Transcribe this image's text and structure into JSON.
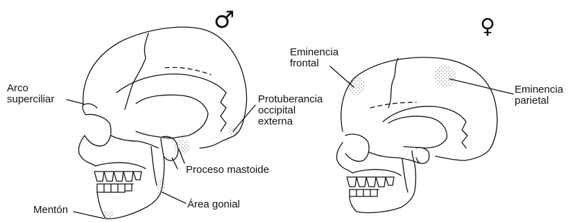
{
  "symbols": {
    "male": "♂",
    "female": "♀"
  },
  "labels": {
    "arco_superciliar": [
      "Arco",
      "superciliar"
    ],
    "menton": "Mentón",
    "area_gonial": "Área gonial",
    "proceso_mastoide": "Proceso mastoide",
    "protuberancia": [
      "Protuberancia",
      "occipital",
      "externa"
    ],
    "eminencia_frontal": [
      "Eminencia",
      "frontal"
    ],
    "eminencia_parietal": [
      "Eminencia",
      "parietal"
    ]
  }
}
